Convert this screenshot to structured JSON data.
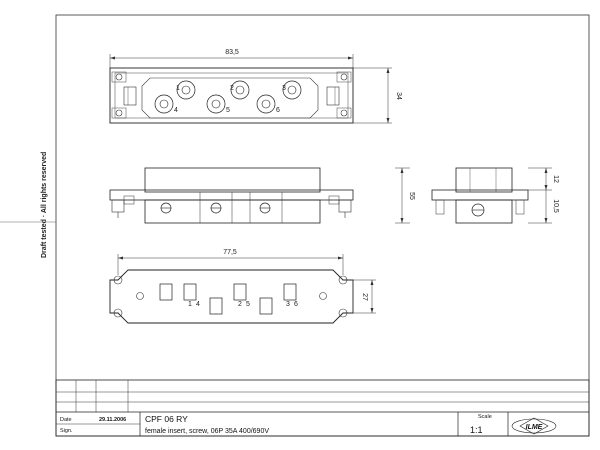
{
  "drawing": {
    "copyright_notice": "Draft tested · All rights reserved",
    "dimensions": {
      "top_width": "83,5",
      "top_height": "34",
      "front_height": "55",
      "front_upper": "12",
      "front_lower": "10,5",
      "bottom_width": "77,5",
      "bottom_height": "27"
    },
    "pin_labels_top": [
      "1",
      "2",
      "3"
    ],
    "pin_labels_bottom": [
      "4",
      "5",
      "6"
    ],
    "insert_labels": [
      "1",
      "4",
      "2",
      "5",
      "3",
      "6"
    ]
  },
  "title_block": {
    "date_label": "Date",
    "date_value": "29.11.2006",
    "sign_label": "Sign.",
    "part_number": "CPF 06 RY",
    "description": "female insert, screw, 06P 35A 400/690V",
    "scale_label": "Scale",
    "scale_value": "1:1",
    "logo_text": "ILME"
  }
}
